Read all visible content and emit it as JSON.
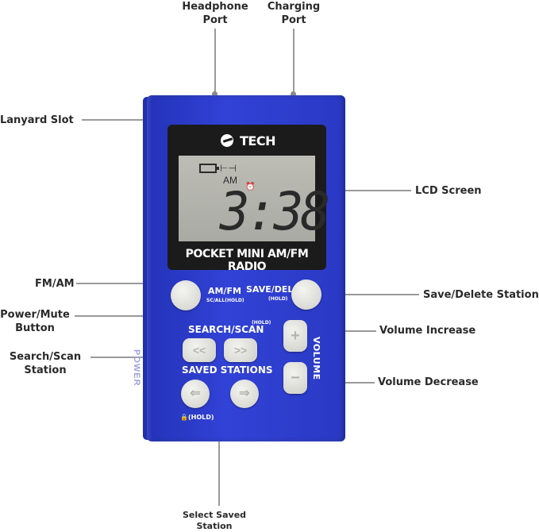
{
  "callouts": {
    "headphone_port": "Headphone\nPort",
    "charging_port": "Charging\nPort",
    "lanyard_slot": "Lanyard Slot",
    "lcd_screen": "LCD Screen",
    "fm_am": "FM/AM",
    "save_delete": "Save/Delete Station",
    "power_mute": "Power/Mute\nButton",
    "volume_increase": "Volume Increase",
    "search_scan": "Search/Scan\nStation",
    "volume_decrease": "Volume Decrease",
    "select_saved": "Select Saved\nStation"
  },
  "device": {
    "brand": "TECH",
    "lcd_band": "AM",
    "lcd_time": "3:38",
    "model": "POCKET MINI AM/FM RADIO",
    "amfm_label": "AM/FM",
    "amfm_sub": "SC/ALL(HOLD)",
    "save_label": "SAVE/DEL",
    "save_sub": "(HOLD)",
    "search_label": "SEARCH/SCAN",
    "search_hold": "(HOLD)",
    "saved_label": "SAVED STATIONS",
    "lock_hold": "(HOLD)",
    "volume_label": "VOLUME",
    "power_label": "POWER",
    "prev_glyph": "<<",
    "next_glyph": ">>",
    "vol_up_glyph": "+",
    "vol_down_glyph": "−"
  }
}
